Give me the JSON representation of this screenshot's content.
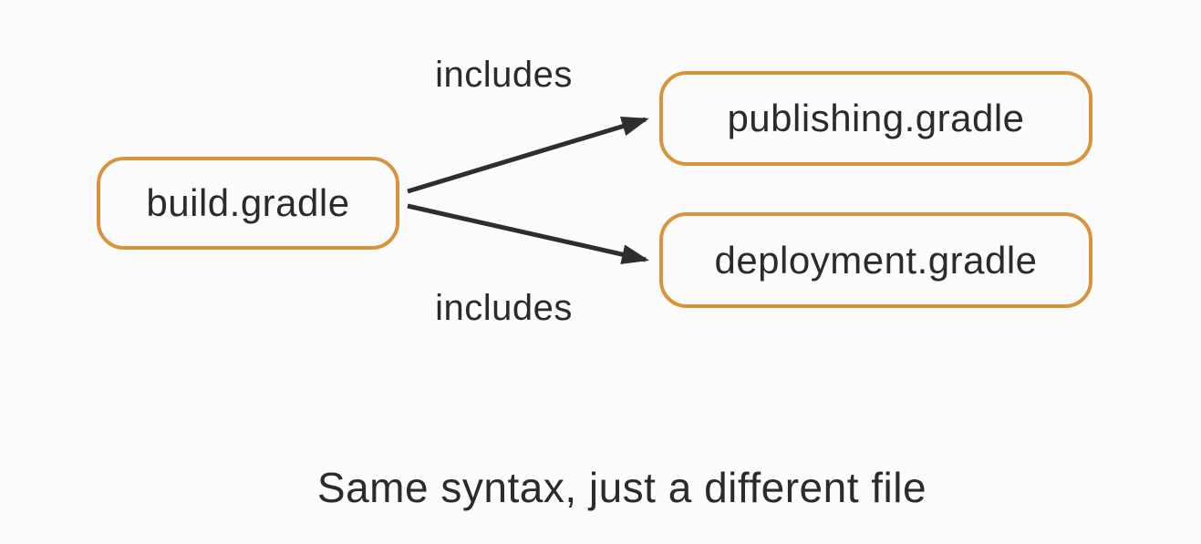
{
  "diagram": {
    "background_color": "#fcfcfc",
    "accent_color": "#d9943b",
    "text_color": "#2b2b2b",
    "arrow_color": "#2e2e2e",
    "nodes": [
      {
        "id": "build",
        "label": "build.gradle"
      },
      {
        "id": "publishing",
        "label": "publishing.gradle"
      },
      {
        "id": "deployment",
        "label": "deployment.gradle"
      }
    ],
    "edges": [
      {
        "from": "build",
        "to": "publishing",
        "label": "includes"
      },
      {
        "from": "build",
        "to": "deployment",
        "label": "includes"
      }
    ],
    "caption": "Same syntax, just a different file"
  }
}
